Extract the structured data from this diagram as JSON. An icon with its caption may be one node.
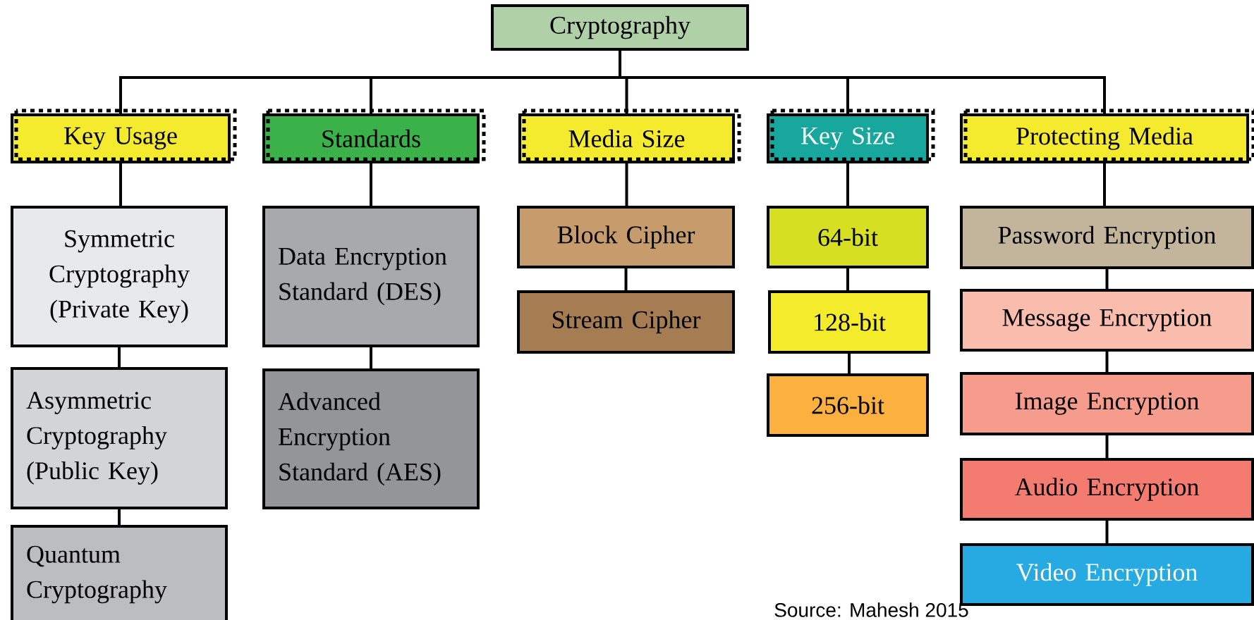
{
  "diagram": {
    "nodes": [
      {
        "text": [
          "Cryptography"
        ]
      },
      {
        "text": [
          "Key Usage"
        ]
      },
      {
        "text": [
          "Symmetric Cryptography (Private Key)"
        ]
      },
      {
        "text": [
          "Asymmetric Cryptography (Public Key)"
        ]
      },
      {
        "text": [
          "Quantum Cryptography"
        ]
      },
      {
        "text": [
          "Standards"
        ]
      },
      {
        "text": [
          "Data Encryption Standard (DES)"
        ]
      },
      {
        "text": [
          "Advanced Encryption Standard (AES)"
        ]
      },
      {
        "text": [
          "Media Size"
        ]
      },
      {
        "text": [
          "Block Cipher"
        ]
      },
      {
        "text": [
          "Stream Cipher"
        ]
      },
      {
        "text": [
          "Key Size"
        ]
      },
      {
        "text": [
          "64-bit"
        ]
      },
      {
        "text": [
          "128-bit"
        ]
      },
      {
        "text": [
          "256-bit"
        ]
      },
      {
        "text": [
          "Protecting Media"
        ]
      },
      {
        "text": [
          "Password Encryption"
        ]
      },
      {
        "text": [
          "Message Encryption"
        ]
      },
      {
        "text": [
          "Image Encryption"
        ]
      },
      {
        "text": [
          "Audio Encryption"
        ]
      },
      {
        "text": [
          "Video Encryption"
        ]
      }
    ],
    "edges": [
      {
        "from": 0,
        "to": 1,
        "arrow": "none"
      },
      {
        "from": 0,
        "to": 5,
        "arrow": "none"
      },
      {
        "from": 0,
        "to": 8,
        "arrow": "none"
      },
      {
        "from": 0,
        "to": 11,
        "arrow": "none"
      },
      {
        "from": 0,
        "to": 15,
        "arrow": "none"
      },
      {
        "from": 1,
        "to": 2,
        "arrow": "none"
      },
      {
        "from": 2,
        "to": 3,
        "arrow": "none"
      },
      {
        "from": 3,
        "to": 4,
        "arrow": "none"
      },
      {
        "from": 5,
        "to": 6,
        "arrow": "none"
      },
      {
        "from": 6,
        "to": 7,
        "arrow": "none"
      },
      {
        "from": 8,
        "to": 9,
        "arrow": "none"
      },
      {
        "from": 9,
        "to": 10,
        "arrow": "none"
      },
      {
        "from": 11,
        "to": 12,
        "arrow": "none"
      },
      {
        "from": 12,
        "to": 13,
        "arrow": "none"
      },
      {
        "from": 13,
        "to": 14,
        "arrow": "none"
      },
      {
        "from": 15,
        "to": 16,
        "arrow": "none"
      },
      {
        "from": 16,
        "to": 17,
        "arrow": "none"
      },
      {
        "from": 17,
        "to": 18,
        "arrow": "none"
      },
      {
        "from": 18,
        "to": 19,
        "arrow": "none"
      },
      {
        "from": 19,
        "to": 20,
        "arrow": "none"
      }
    ],
    "labels": [
      "Source: Mahesh 2015"
    ]
  }
}
